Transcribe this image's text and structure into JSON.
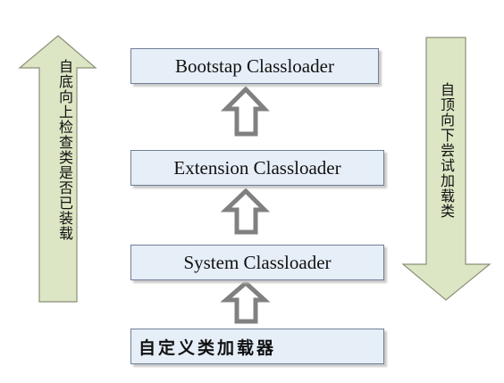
{
  "loaders": {
    "bootstrap": "Bootstap Classloader",
    "extension": "Extension Classloader",
    "system": "System Classloader",
    "custom": "自定义类加载器"
  },
  "side_labels": {
    "left": "自底向上检查类是否已装载",
    "right": "自顶向下尝试加载类"
  },
  "colors": {
    "side_arrow_fill": "#dde6c4",
    "side_arrow_stroke": "#8a8f78",
    "box_fill": "#e6eef8",
    "box_border": "#6f7f96",
    "up_arrow_stroke": "#808080"
  }
}
